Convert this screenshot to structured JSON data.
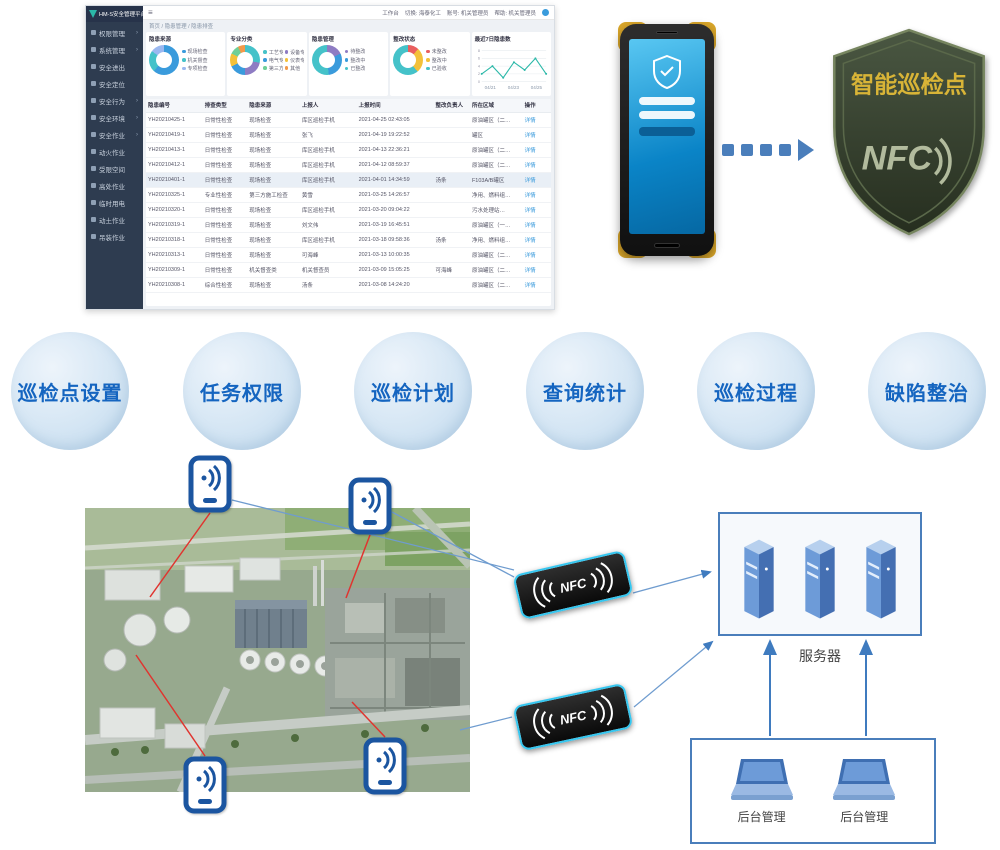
{
  "dashboard": {
    "logo_text": "HM-S安全管理平台",
    "topbar_items": [
      "工作台",
      "切换: 海泰化工",
      "账号: 机关管理员",
      "帮助: 机关管理员"
    ],
    "breadcrumb": "首页 / 隐患管理 / 隐患排查",
    "menu_items": [
      {
        "label": "权限管理",
        "arrow": true
      },
      {
        "label": "系统管理",
        "arrow": true
      },
      {
        "label": "安全进出",
        "arrow": false
      },
      {
        "label": "安全定位",
        "arrow": false
      },
      {
        "label": "安全行为",
        "arrow": true
      },
      {
        "label": "安全环境",
        "arrow": true
      },
      {
        "label": "安全作业",
        "arrow": true
      },
      {
        "label": "动火作业",
        "arrow": false
      },
      {
        "label": "受限空间",
        "arrow": false
      },
      {
        "label": "高处作业",
        "arrow": false
      },
      {
        "label": "临时用电",
        "arrow": false
      },
      {
        "label": "动土作业",
        "arrow": false
      },
      {
        "label": "吊装作业",
        "arrow": false
      }
    ],
    "cards": [
      {
        "title": "隐患来源",
        "type": "donut",
        "legend": [
          {
            "label": "现场检查",
            "value": 62,
            "color": "#3a9bdc"
          },
          {
            "label": "机关督查",
            "value": 23,
            "color": "#45c2c9"
          },
          {
            "label": "专项检查",
            "value": 15,
            "color": "#9bb8f0"
          }
        ]
      },
      {
        "title": "专业分类",
        "type": "donut",
        "legend": [
          {
            "label": "工艺专业",
            "value": 28,
            "color": "#45c2c9"
          },
          {
            "label": "设备专业",
            "value": 22,
            "color": "#8e7cc3"
          },
          {
            "label": "电气专业",
            "value": 18,
            "color": "#3a9bdc"
          },
          {
            "label": "仪表专业",
            "value": 14,
            "color": "#f3c13a"
          },
          {
            "label": "第三方",
            "value": 10,
            "color": "#6fcf97"
          },
          {
            "label": "其他",
            "value": 8,
            "color": "#f2994a"
          }
        ]
      },
      {
        "title": "隐患管理",
        "type": "donut",
        "legend": [
          {
            "label": "待整改",
            "value": 18,
            "color": "#8e7cc3"
          },
          {
            "label": "整改中",
            "value": 30,
            "color": "#3a9bdc"
          },
          {
            "label": "已整改",
            "value": 52,
            "color": "#45c2c9"
          }
        ]
      },
      {
        "title": "整改状态",
        "type": "donut",
        "legend": [
          {
            "label": "未整改",
            "value": 12,
            "color": "#e95f5f"
          },
          {
            "label": "整改中",
            "value": 27,
            "color": "#f3c13a"
          },
          {
            "label": "已验收",
            "value": 61,
            "color": "#45c2c9"
          }
        ]
      },
      {
        "title": "最近7日隐患数",
        "type": "line",
        "x_labels": [
          "04/21",
          "04/23",
          "04/25"
        ],
        "values": [
          2,
          4,
          1,
          5,
          3,
          6,
          2
        ],
        "y_max": 8
      }
    ],
    "table": {
      "headers": [
        "隐患编号",
        "排查类型",
        "隐患来源",
        "上报人",
        "上报时间",
        "整改负责人",
        "所在区域",
        "操作"
      ],
      "highlight_row": 4,
      "rows": [
        [
          "YH20210425-1",
          "日常性检查",
          "现场检查",
          "库区巡检手机",
          "2021-04-25 02:43:05",
          "",
          "原油罐区（二…",
          "详情"
        ],
        [
          "YH20210419-1",
          "日常性检查",
          "现场检查",
          "张飞",
          "2021-04-19 19:22:52",
          "",
          "罐区",
          "详情"
        ],
        [
          "YH20210413-1",
          "日常性检查",
          "现场检查",
          "库区巡检手机",
          "2021-04-13 22:36:21",
          "",
          "原油罐区（二…",
          "详情"
        ],
        [
          "YH20210412-1",
          "日常性检查",
          "现场检查",
          "库区巡检手机",
          "2021-04-12 08:59:37",
          "",
          "原油罐区（二…",
          "详情"
        ],
        [
          "YH20210401-1",
          "日常性检查",
          "现场检查",
          "库区巡检手机",
          "2021-04-01 14:34:59",
          "汤条",
          "F103A/B罐区",
          "详情"
        ],
        [
          "YH20210325-1",
          "专业性检查",
          "第三方施工检查",
          "黄雪",
          "2021-03-25 14:26:57",
          "",
          "净用、燃料组…",
          "详情"
        ],
        [
          "YH20210320-1",
          "日常性检查",
          "现场检查",
          "库区巡检手机",
          "2021-03-20 09:04:22",
          "",
          "污水处理站…",
          "详情"
        ],
        [
          "YH20210319-1",
          "日常性检查",
          "现场检查",
          "刘文伟",
          "2021-03-19 16:45:51",
          "",
          "原油罐区（一…",
          "详情"
        ],
        [
          "YH20210318-1",
          "日常性检查",
          "现场检查",
          "库区巡检手机",
          "2021-03-18 09:58:36",
          "汤条",
          "净用、燃料组…",
          "详情"
        ],
        [
          "YH20210313-1",
          "日常性检查",
          "现场检查",
          "可海峰",
          "2021-03-13 10:00:35",
          "",
          "原油罐区（二…",
          "详情"
        ],
        [
          "YH20210309-1",
          "日常性检查",
          "机关督查类",
          "机关督查员",
          "2021-03-09 15:05:25",
          "可海峰",
          "原油罐区（二…",
          "详情"
        ],
        [
          "YH20210308-1",
          "综合性检查",
          "现场检查",
          "汤条",
          "2021-03-08 14:24:20",
          "",
          "原油罐区（二…",
          "详情"
        ]
      ]
    }
  },
  "badge": {
    "title": "智能巡检点",
    "logo": "NFC"
  },
  "features": {
    "items": [
      "巡检点设置",
      "任务权限",
      "巡检计划",
      "查询统计",
      "巡检过程",
      "缺陷整治"
    ]
  },
  "architecture": {
    "nfc_label": "NFC",
    "server_label": "服务器",
    "admin_labels": [
      "后台管理",
      "后台管理"
    ]
  }
}
